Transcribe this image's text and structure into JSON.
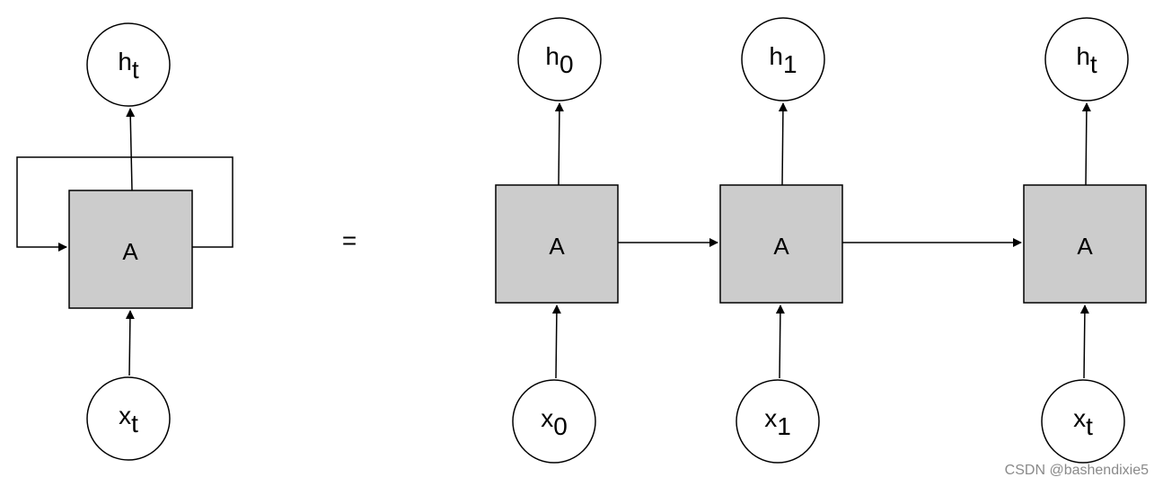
{
  "diagram": {
    "equals": "=",
    "rolled": {
      "cell": "A",
      "output": {
        "base": "h",
        "sub": "t"
      },
      "input": {
        "base": "x",
        "sub": "t"
      }
    },
    "unrolled": [
      {
        "cell": "A",
        "output": {
          "base": "h",
          "sub": "0"
        },
        "input": {
          "base": "x",
          "sub": "0"
        }
      },
      {
        "cell": "A",
        "output": {
          "base": "h",
          "sub": "1"
        },
        "input": {
          "base": "x",
          "sub": "1"
        }
      },
      {
        "cell": "A",
        "output": {
          "base": "h",
          "sub": "t"
        },
        "input": {
          "base": "x",
          "sub": "t"
        }
      }
    ]
  },
  "colors": {
    "cell_fill": "#cccccc",
    "stroke": "#000000",
    "node_fill": "#ffffff",
    "watermark": "#8a8a8a"
  },
  "watermark": "CSDN @bashendixie5"
}
